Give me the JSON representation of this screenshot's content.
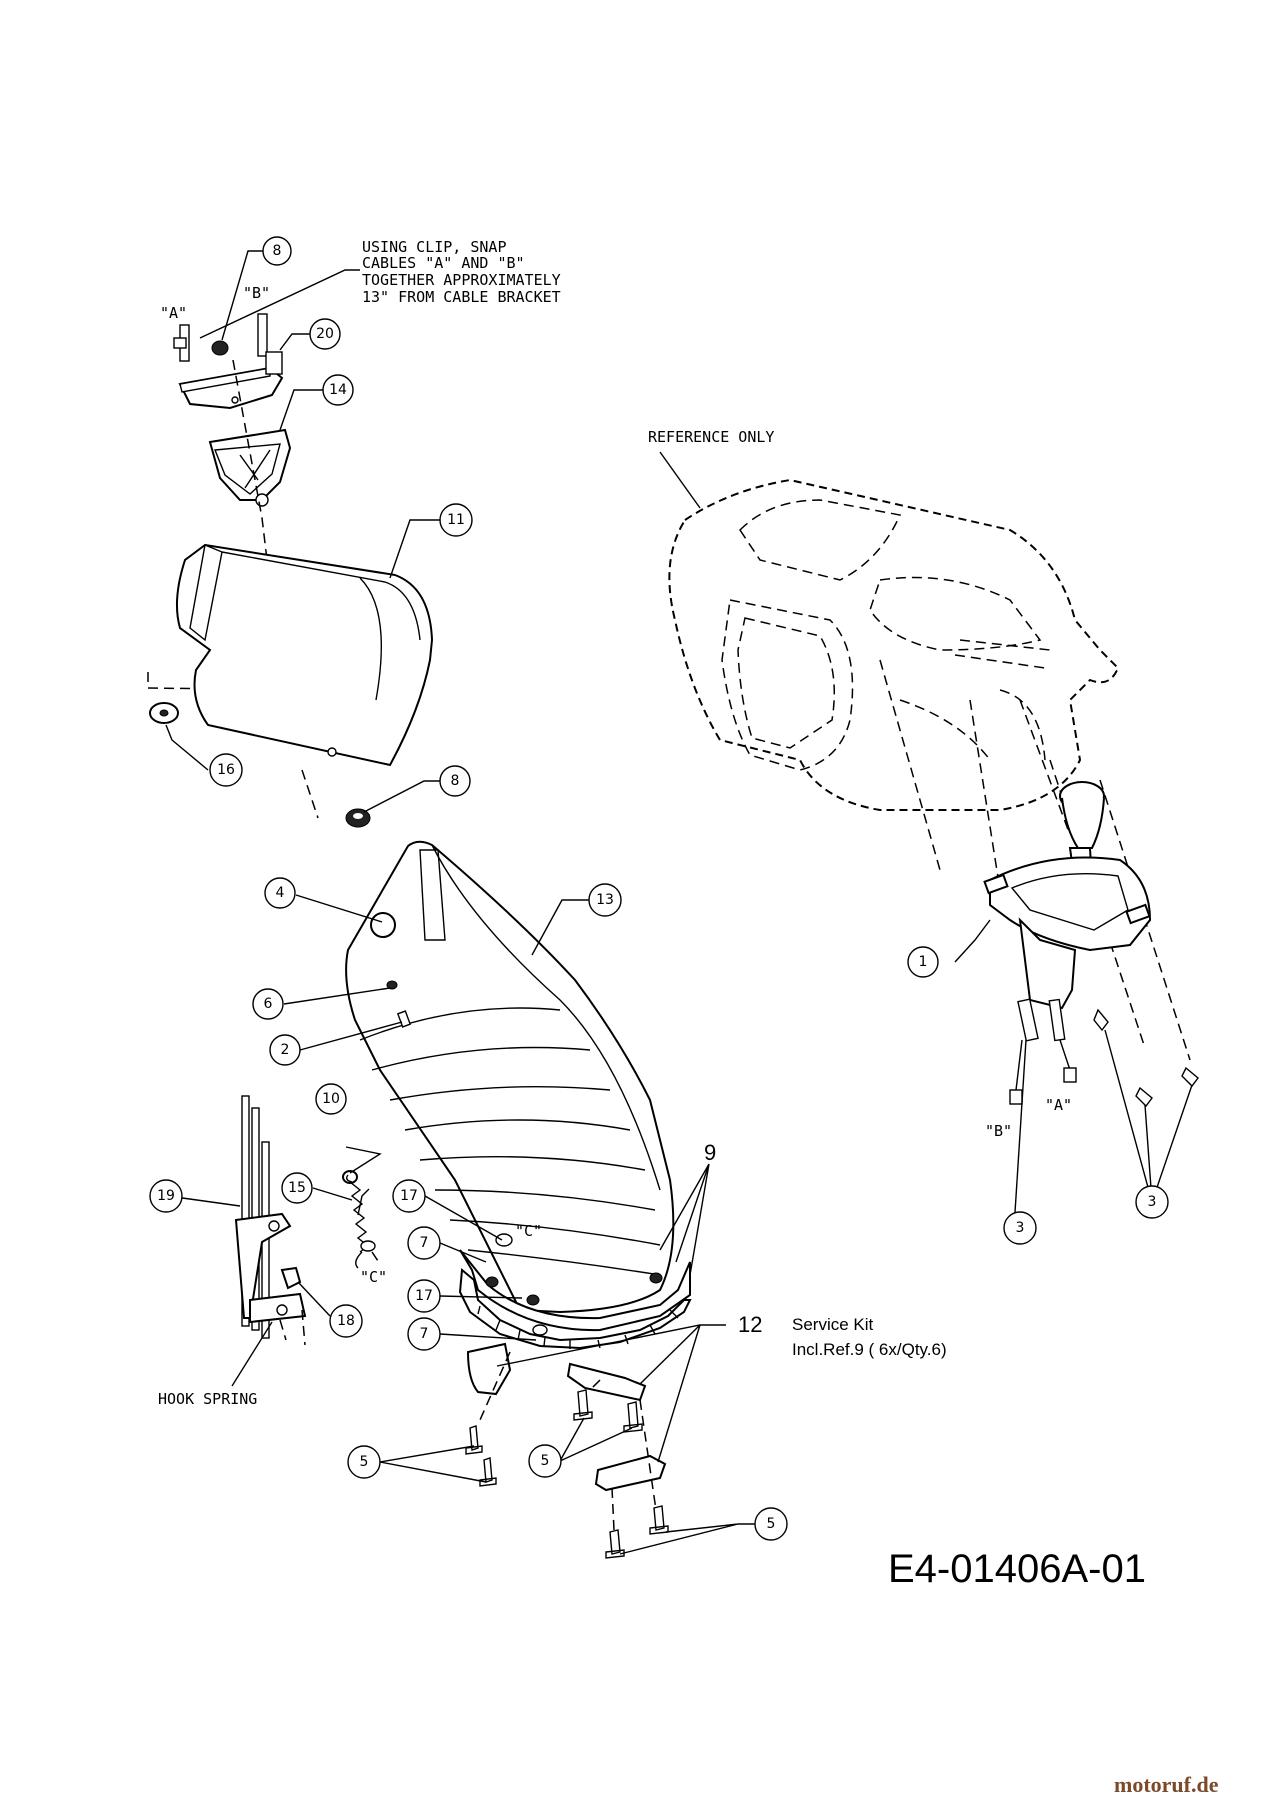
{
  "notes": {
    "clip_note": [
      "USING CLIP, SNAP",
      "CABLES \"A\" AND \"B\"",
      "TOGETHER APPROXIMATELY",
      "13\" FROM CABLE BRACKET"
    ],
    "reference_only": "REFERENCE ONLY",
    "hook_spring": "HOOK SPRING",
    "service_kit": [
      "Service Kit",
      "Incl.Ref.9 ( 6x/Qty.6)"
    ]
  },
  "markers": {
    "cable_a": "\"A\"",
    "cable_b": "\"B\"",
    "point_c": "\"C\""
  },
  "callouts": {
    "c1": "1",
    "c2": "2",
    "c3a": "3",
    "c3b": "3",
    "c4": "4",
    "c5a": "5",
    "c5b": "5",
    "c5c": "5",
    "c6": "6",
    "c7a": "7",
    "c7b": "7",
    "c8a": "8",
    "c8b": "8",
    "c10": "10",
    "c11": "11",
    "c13": "13",
    "c14": "14",
    "c15": "15",
    "c16": "16",
    "c17a": "17",
    "c17b": "17",
    "c18": "18",
    "c19": "19",
    "c20": "20"
  },
  "plain_numbers": {
    "n9": "9",
    "n12": "12"
  },
  "diagram_id": "E4-01406A-01",
  "watermark": "motoruf.de"
}
